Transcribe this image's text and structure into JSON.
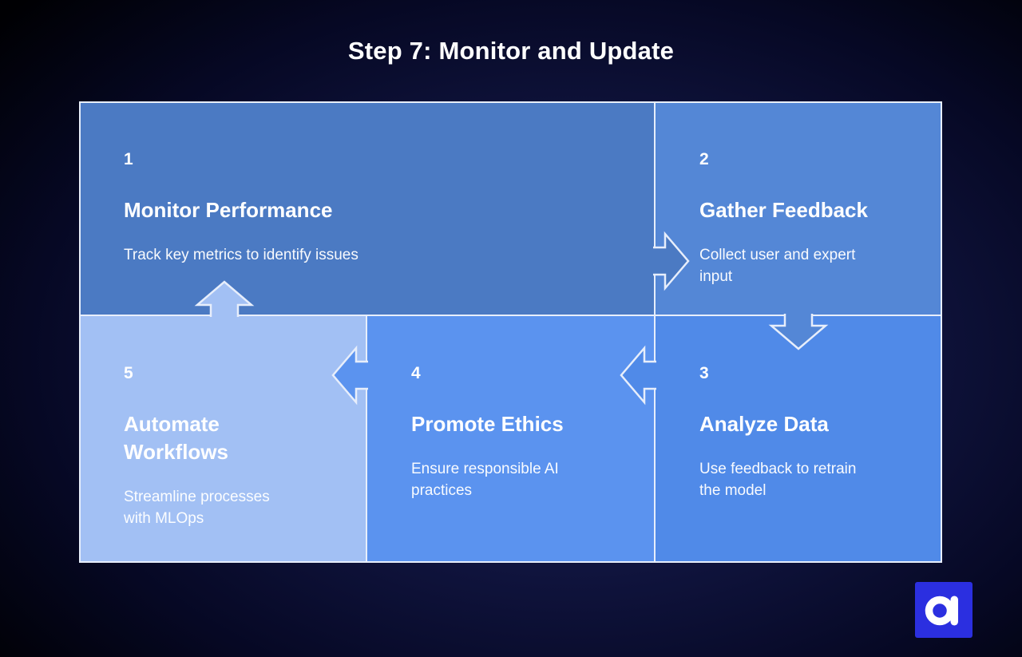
{
  "title": "Step 7: Monitor and Update",
  "colors": {
    "bg_center": "#1c2354",
    "bg_mid": "#10143e",
    "bg_edge": "#000003",
    "line": "#e7eefb",
    "text": "#ffffff"
  },
  "diagram": {
    "blocks": [
      {
        "number": "1",
        "title": "Monitor Performance",
        "description": "Track key metrics to identify issues",
        "color": "#4b7ac3"
      },
      {
        "number": "2",
        "title": "Gather Feedback",
        "description": "Collect user and expert\ninput",
        "color": "#5487d6"
      },
      {
        "number": "3",
        "title": "Analyze Data",
        "description": "Use feedback to retrain\nthe model",
        "color": "#508ae8"
      },
      {
        "number": "4",
        "title": "Promote Ethics",
        "description": "Ensure responsible AI\npractices",
        "color": "#5b93ef"
      },
      {
        "number": "5",
        "title": "Automate\nWorkflows",
        "description": "Streamline processes\nwith MLOps",
        "color": "#a2c0f4"
      }
    ],
    "arrows": [
      {
        "from": "1",
        "to": "2",
        "direction": "right"
      },
      {
        "from": "2",
        "to": "3",
        "direction": "down"
      },
      {
        "from": "3",
        "to": "4",
        "direction": "left"
      },
      {
        "from": "4",
        "to": "5",
        "direction": "left"
      },
      {
        "from": "5",
        "to": "1",
        "direction": "up"
      }
    ]
  },
  "logo": {
    "letter": "a",
    "background": "#2b2fe0"
  }
}
